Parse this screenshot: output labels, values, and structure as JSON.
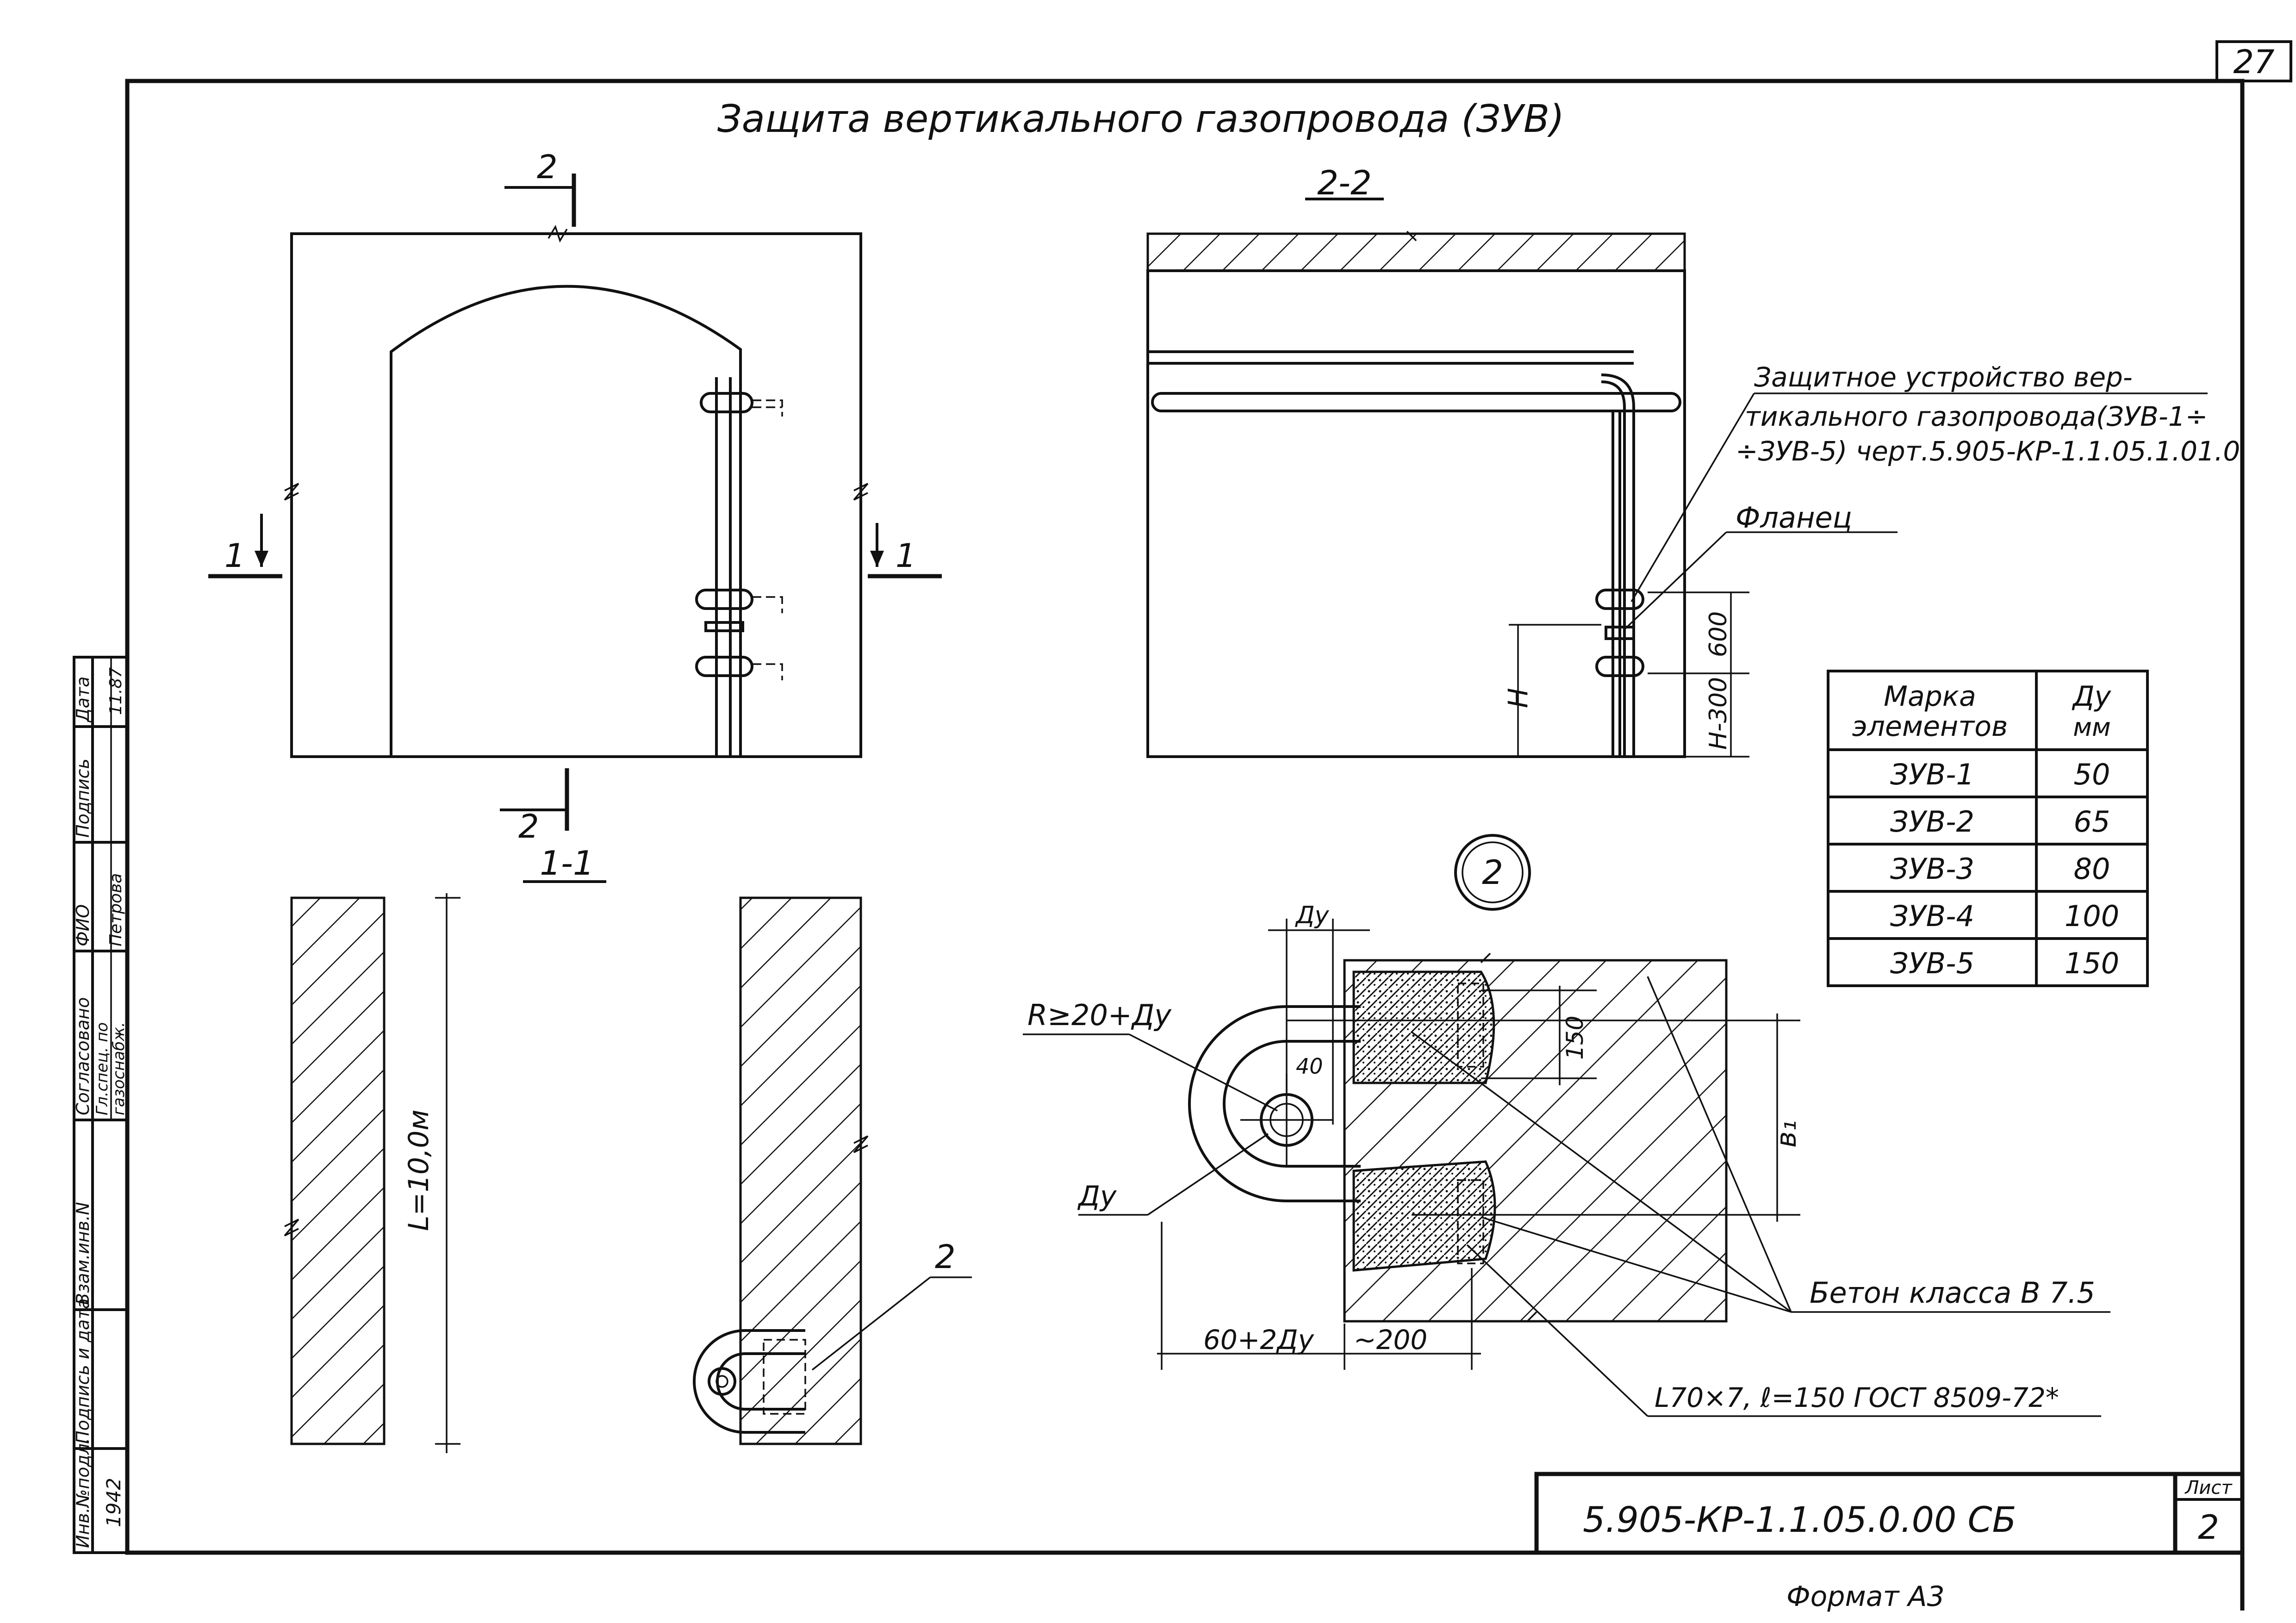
{
  "sheet_number": "27",
  "title": "Защита вертикального газопровода (ЗУВ)",
  "views": {
    "section_2_2": "2-2",
    "section_1_1": "1-1",
    "cut_2_label": "2",
    "cut_1_label": "1",
    "length_label": "L=10,0м",
    "callout_2": "2",
    "node_2": "2"
  },
  "annotations": {
    "protect_device_1": "Защитное устройство вер-",
    "protect_device_2": "тикального газопровода(ЗУВ-1÷",
    "protect_device_3": "÷ЗУВ-5) черт.5.905-КР-1.1.05.1.01.0",
    "flange": "Фланец",
    "dim_600": "600",
    "dim_h300": "H-300",
    "dim_h": "H",
    "du_top": "Ду",
    "radius": "R≥20+Ду",
    "d40": "40",
    "du_left": "Ду",
    "dim_150": "150",
    "b1": "в₁",
    "dim_60_2du": "60+2Ду",
    "dim_200": "~200",
    "concrete": "Бетон класса В 7.5",
    "angle": "L70×7, ℓ=150 ГОСТ 8509-72*"
  },
  "table": {
    "header_mark_1": "Марка",
    "header_mark_2": "элементов",
    "header_du_1": "Ду",
    "header_du_2": "мм",
    "rows": [
      {
        "mark": "ЗУВ-1",
        "du": "50"
      },
      {
        "mark": "ЗУВ-2",
        "du": "65"
      },
      {
        "mark": "ЗУВ-3",
        "du": "80"
      },
      {
        "mark": "ЗУВ-4",
        "du": "100"
      },
      {
        "mark": "ЗУВ-5",
        "du": "150"
      }
    ]
  },
  "side_stamp": {
    "inv_podl": "Инв.№подл.",
    "podpis_data": "Подпись и дата",
    "vzam_inv": "Взам.инв.N",
    "soglasovano": "Согласовано",
    "fio": "ФИО",
    "podpis": "Подпись",
    "data": "Дата",
    "gl_spec_1": "Гл.спец. по",
    "gl_spec_2": "газоснабж.",
    "name": "Петрова",
    "date_val": "11.87",
    "inv_val": "1942"
  },
  "title_block": {
    "code": "5.905-КР-1.1.05.0.00 СБ",
    "list_label": "Лист",
    "list_value": "2"
  },
  "format": "Формат А3"
}
